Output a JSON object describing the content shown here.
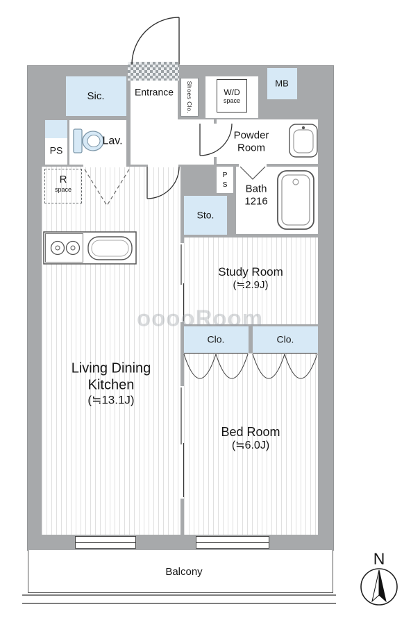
{
  "watermark": "ooooRoom",
  "compass": {
    "label": "N"
  },
  "colors": {
    "wall": "#a7a9ab",
    "room_blue": "#d7e9f6",
    "line": "#333333",
    "stripe": "#e0e0e0"
  },
  "rooms": {
    "sic": {
      "label": "Sic."
    },
    "entrance": {
      "label": "Entrance"
    },
    "shoes_closet": {
      "label": "Shoes Clo."
    },
    "wd_space": {
      "line1": "W/D",
      "line2": "space"
    },
    "mb": {
      "label": "MB"
    },
    "lavatory": {
      "label": "Lav."
    },
    "ps": {
      "label": "PS"
    },
    "powder_room": {
      "line1": "Powder",
      "line2": "Room"
    },
    "r_space": {
      "line1": "R",
      "line2": "space"
    },
    "ps_shaft": {
      "line1": "P",
      "line2": "S"
    },
    "bath": {
      "line1": "Bath",
      "line2": "1216"
    },
    "storage": {
      "label": "Sto."
    },
    "study_room": {
      "name": "Study Room",
      "size": "(≒2.9J)"
    },
    "closet_left": {
      "label": "Clo."
    },
    "closet_right": {
      "label": "Clo."
    },
    "ldk": {
      "line1": "Living Dining",
      "line2": "Kitchen",
      "size": "(≒13.1J)"
    },
    "bedroom": {
      "name": "Bed Room",
      "size": "(≒6.0J)"
    },
    "balcony": {
      "label": "Balcony"
    }
  }
}
